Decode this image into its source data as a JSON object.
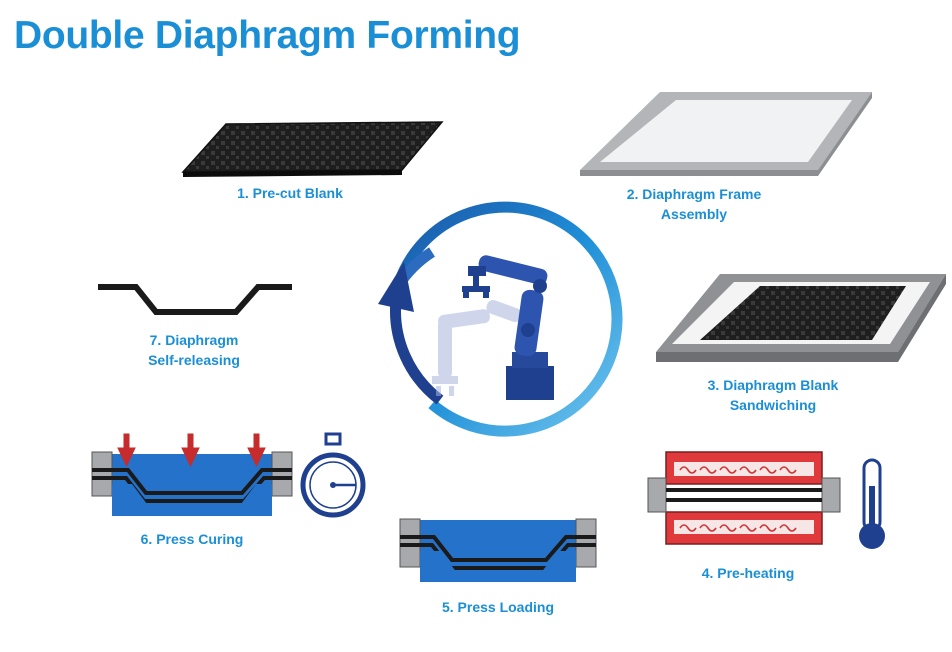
{
  "title": "Double Diaphragm Forming",
  "steps": [
    {
      "label": "1. Pre-cut Blank",
      "icon": "carbon-fiber-blank-icon"
    },
    {
      "label": "2. Diaphragm Frame",
      "label2": "Assembly",
      "icon": "diaphragm-frame-icon"
    },
    {
      "label": "3. Diaphragm Blank",
      "label2": "Sandwiching",
      "icon": "sandwiched-blank-icon"
    },
    {
      "label": "4. Pre-heating",
      "icon": "heater-icon"
    },
    {
      "label": "5. Press Loading",
      "icon": "press-loading-icon"
    },
    {
      "label": "6. Press Curing",
      "icon": "press-curing-icon"
    },
    {
      "label": "7. Diaphragm",
      "label2": "Self-releasing",
      "icon": "formed-part-icon"
    }
  ],
  "center_icon": "robot-arm-icon",
  "colors": {
    "title": "#1b8fd6",
    "navy": "#1f3f8f",
    "mold_blue": "#2472c9",
    "heater_red": "#e0393b",
    "frame_gray": "#a7a9ac"
  }
}
